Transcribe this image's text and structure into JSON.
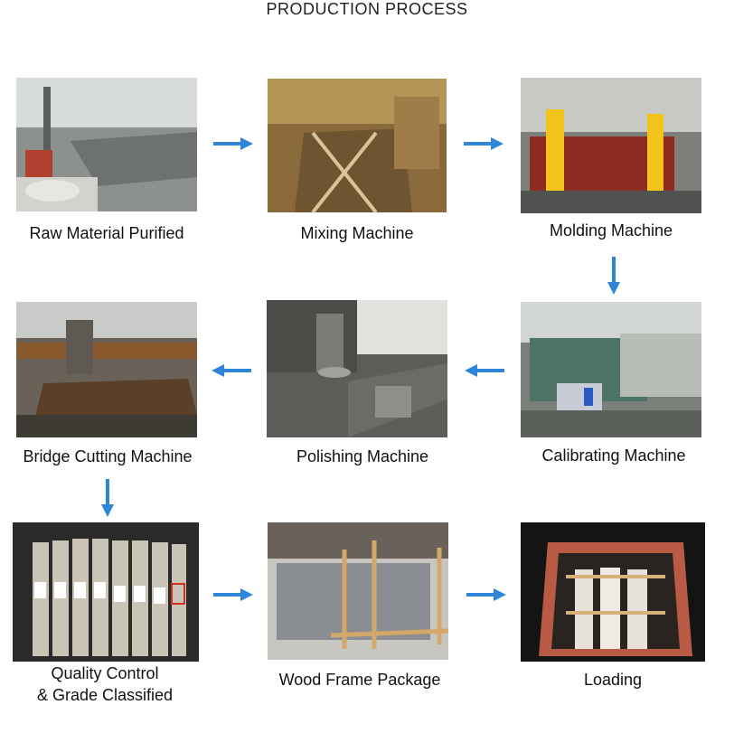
{
  "title": "PRODUCTION PROCESS",
  "steps": [
    {
      "label": "Raw Material Purified"
    },
    {
      "label": "Mixing Machine"
    },
    {
      "label": "Molding Machine"
    },
    {
      "label": "Calibrating Machine"
    },
    {
      "label": "Polishing Machine"
    },
    {
      "label": "Bridge Cutting Machine"
    },
    {
      "label": "Quality Control",
      "label2": "& Grade Classified"
    },
    {
      "label": "Wood Frame Package"
    },
    {
      "label": "Loading"
    }
  ],
  "colors": {
    "arrow": "#2f86d8",
    "text": "#111111"
  }
}
